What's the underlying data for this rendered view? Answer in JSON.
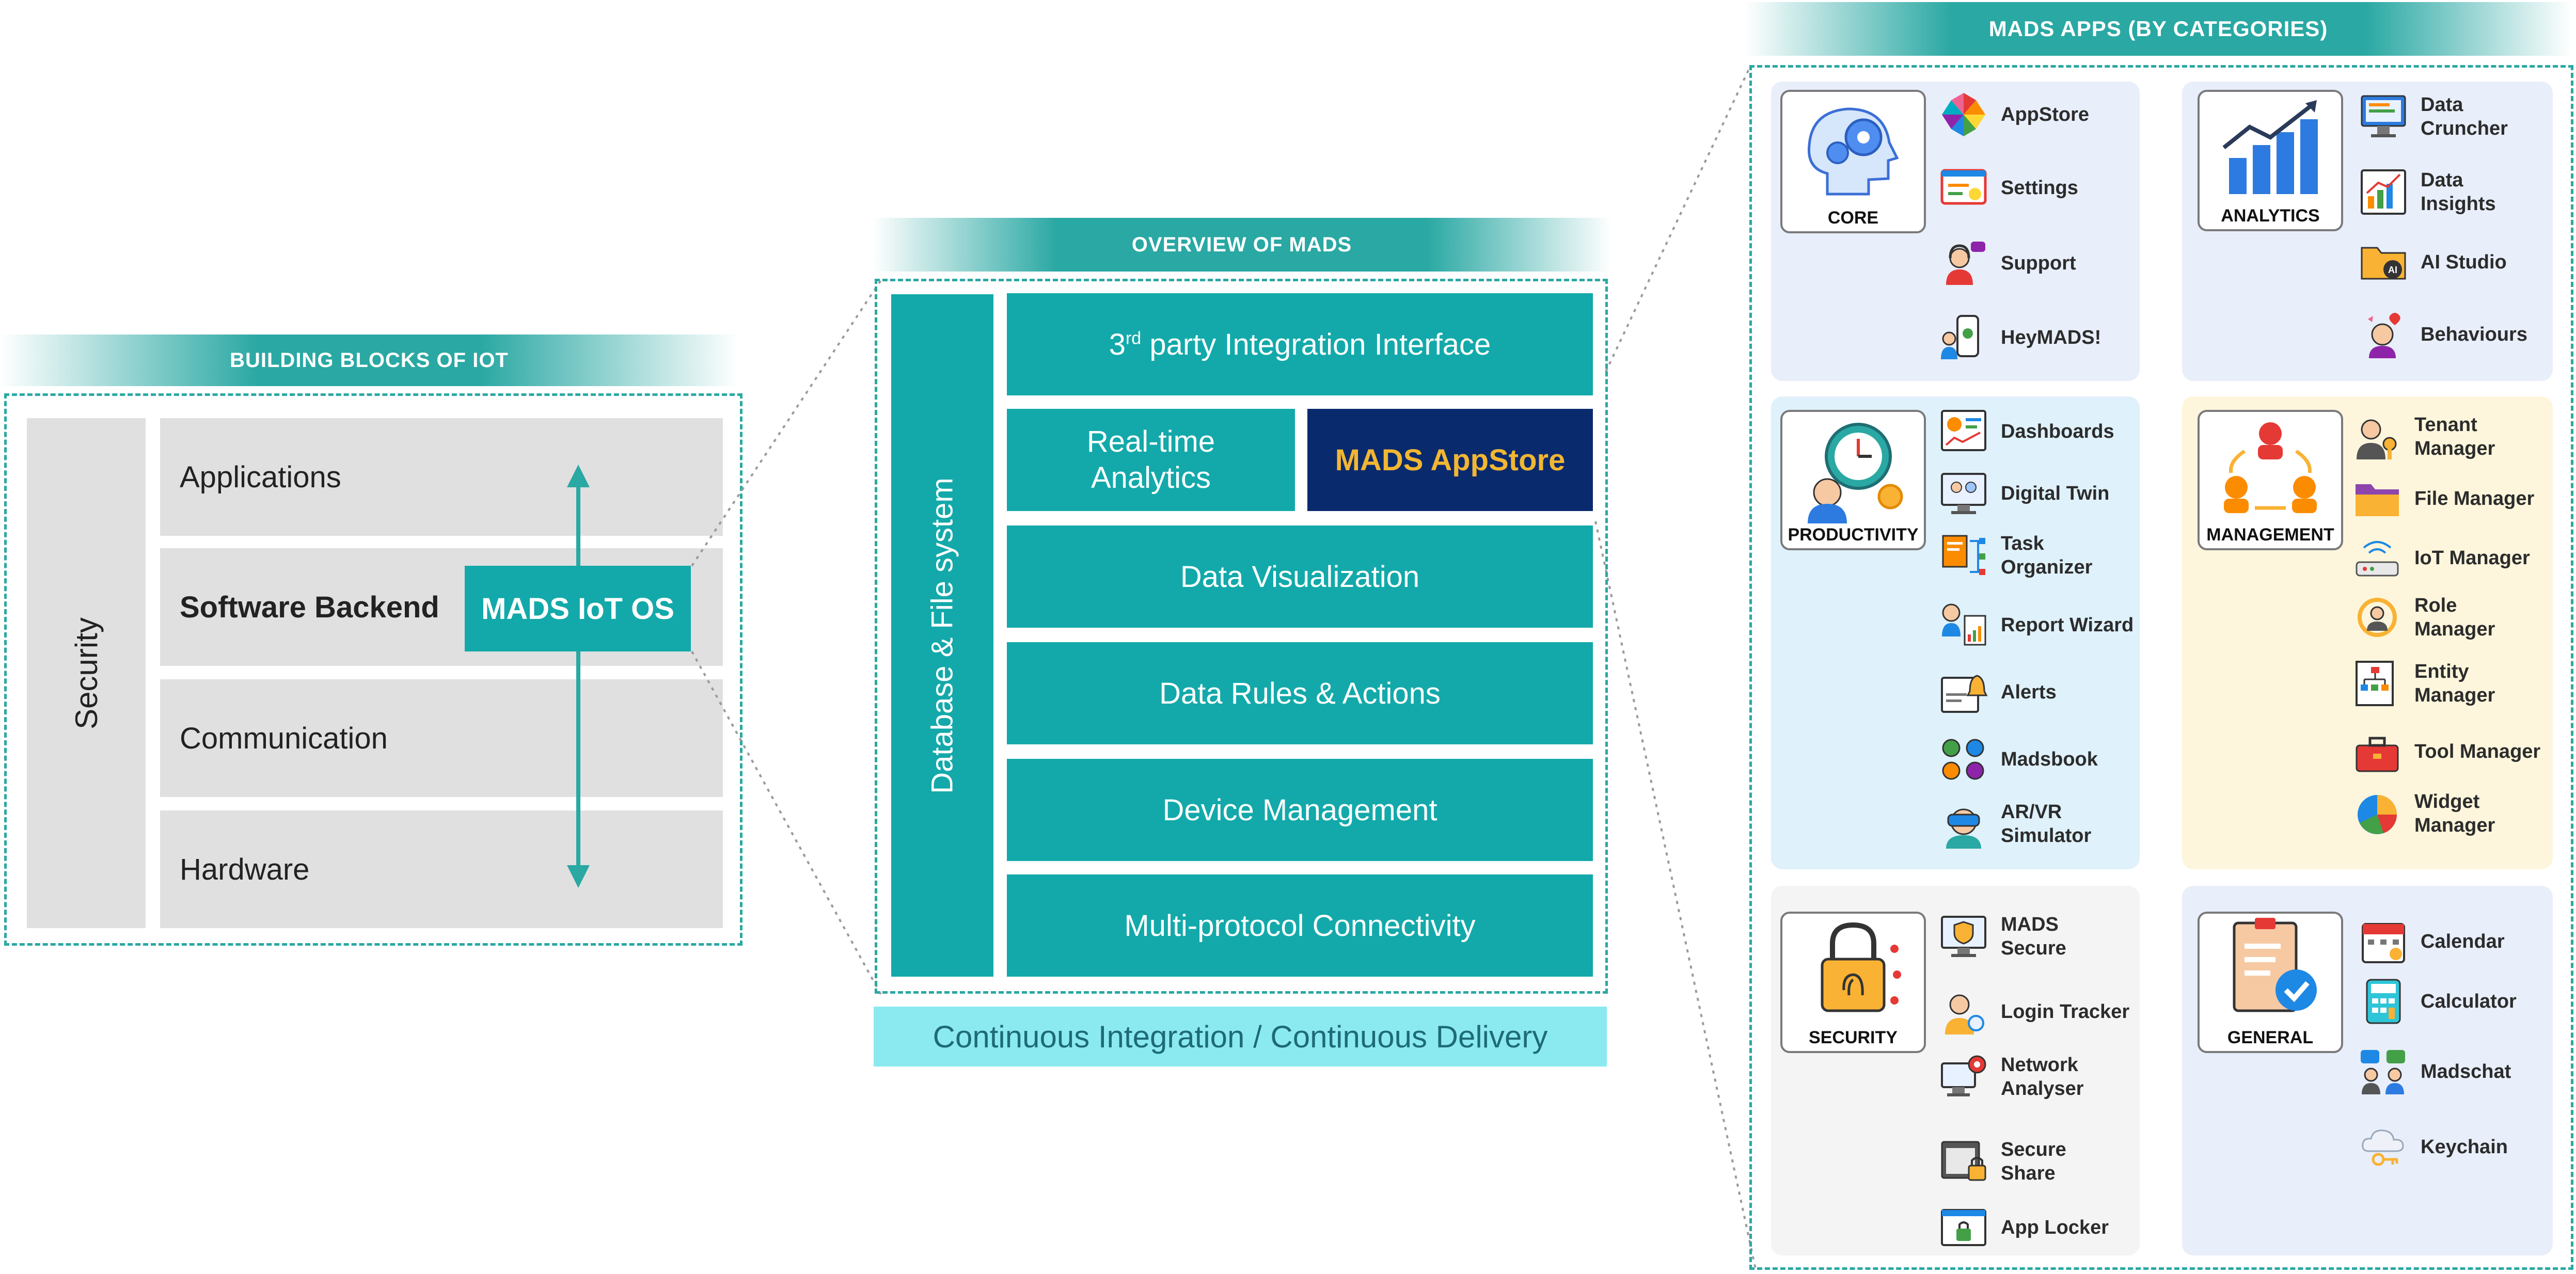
{
  "left": {
    "header": "BUILDING BLOCKS OF IOT",
    "security_label": "Security",
    "rows": [
      "Applications",
      "Software Backend",
      "Communication",
      "Hardware"
    ],
    "os_box": "MADS IoT OS"
  },
  "middle": {
    "header": "OVERVIEW OF MADS",
    "sidebar_label": "Database & File system",
    "integration": {
      "pre": "3",
      "sup": "rd",
      "post": " party Integration Interface"
    },
    "realtime_line1": "Real-time",
    "realtime_line2": "Analytics",
    "appstore": "MADS AppStore",
    "layers": [
      "Data Visualization",
      "Data Rules & Actions",
      "Device Management",
      "Multi-protocol Connectivity"
    ],
    "cicd": "Continuous Integration / Continuous Delivery"
  },
  "right": {
    "header": "MADS APPS (BY CATEGORIES)",
    "categories": [
      {
        "name": "CORE",
        "apps": [
          {
            "line1": "AppStore"
          },
          {
            "line1": "Settings"
          },
          {
            "line1": "Support"
          },
          {
            "line1": "HeyMADS!"
          }
        ]
      },
      {
        "name": "ANALYTICS",
        "apps": [
          {
            "line1": "Data",
            "line2": "Cruncher"
          },
          {
            "line1": "Data",
            "line2": "Insights"
          },
          {
            "line1": "AI Studio"
          },
          {
            "line1": "Behaviours"
          }
        ]
      },
      {
        "name": "PRODUCTIVITY",
        "apps": [
          {
            "line1": "Dashboards"
          },
          {
            "line1": "Digital Twin"
          },
          {
            "line1": "Task Organizer"
          },
          {
            "line1": "Report Wizard"
          },
          {
            "line1": "Alerts"
          },
          {
            "line1": "Madsbook"
          },
          {
            "line1": "AR/VR",
            "line2": "Simulator"
          }
        ]
      },
      {
        "name": "MANAGEMENT",
        "apps": [
          {
            "line1": "Tenant",
            "line2": "Manager"
          },
          {
            "line1": "File Manager"
          },
          {
            "line1": "IoT Manager"
          },
          {
            "line1": "Role",
            "line2": "Manager"
          },
          {
            "line1": "Entity",
            "line2": "Manager"
          },
          {
            "line1": "Tool Manager"
          },
          {
            "line1": "Widget",
            "line2": "Manager"
          }
        ]
      },
      {
        "name": "SECURITY",
        "apps": [
          {
            "line1": "MADS",
            "line2": "Secure"
          },
          {
            "line1": "Login Tracker"
          },
          {
            "line1": "Network",
            "line2": "Analyser"
          },
          {
            "line1": "Secure",
            "line2": "Share"
          },
          {
            "line1": "App Locker"
          }
        ]
      },
      {
        "name": "GENERAL",
        "apps": [
          {
            "line1": "Calendar"
          },
          {
            "line1": "Calculator"
          },
          {
            "line1": "Madschat"
          },
          {
            "line1": "Keychain"
          }
        ]
      }
    ]
  },
  "colors": {
    "teal": "#13a9aa",
    "navy": "#0a2a6e",
    "appstore_text": "#f2b632",
    "cicd_bg": "#8aeaf0"
  }
}
